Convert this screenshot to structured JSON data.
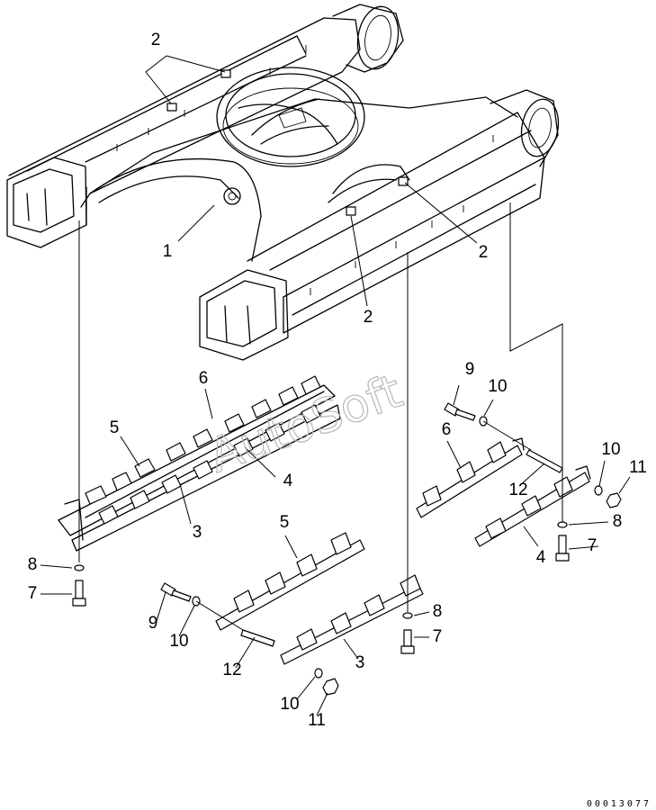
{
  "watermark": "AutoSoft",
  "document_number": "00013077",
  "callouts": {
    "c2_top": "2",
    "c1": "1",
    "c2_mid": "2",
    "c2_right": "2",
    "c6_left": "6",
    "c5_left": "5",
    "c4_left": "4",
    "c3_left": "3",
    "c8_left": "8",
    "c7_left": "7",
    "c9_right": "9",
    "c10_right": "10",
    "c6_right": "6",
    "c12_right": "12",
    "c10_far": "10",
    "c11_far": "11",
    "c8_right": "8",
    "c7_right": "7",
    "c4_right": "4",
    "c5_center": "5",
    "c9_center": "9",
    "c10_center": "10",
    "c12_center": "12",
    "c8_center": "8",
    "c7_center": "7",
    "c3_center": "3",
    "c10_bottom": "10",
    "c11_bottom": "11"
  }
}
